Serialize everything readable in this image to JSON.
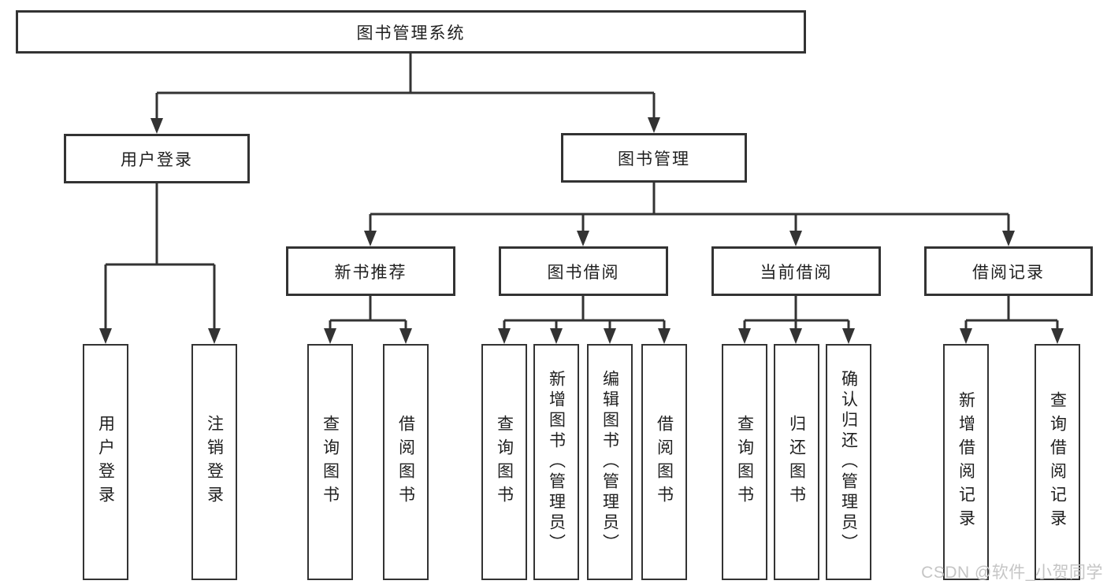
{
  "diagram": {
    "root": {
      "label": "图书管理系统"
    },
    "branches": [
      {
        "label": "用户登录",
        "children": [
          {
            "label": "用户登录"
          },
          {
            "label": "注销登录"
          }
        ]
      },
      {
        "label": "图书管理",
        "modules": [
          {
            "label": "新书推荐",
            "children": [
              {
                "label": "查询图书"
              },
              {
                "label": "借阅图书"
              }
            ]
          },
          {
            "label": "图书借阅",
            "children": [
              {
                "label": "查询图书"
              },
              {
                "label": "新增图书（管理员）"
              },
              {
                "label": "编辑图书（管理员）"
              },
              {
                "label": "借阅图书"
              }
            ]
          },
          {
            "label": "当前借阅",
            "children": [
              {
                "label": "查询图书"
              },
              {
                "label": "归还图书"
              },
              {
                "label": "确认归还（管理员）"
              }
            ]
          },
          {
            "label": "借阅记录",
            "children": [
              {
                "label": "新增借阅记录"
              },
              {
                "label": "查询借阅记录"
              }
            ]
          }
        ]
      }
    ],
    "watermark": "CSDN @软件_小贺同学",
    "colors": {
      "line": "#333333",
      "text": "#1f1f1f",
      "watermark": "#c5c5c5",
      "background": "#ffffff"
    }
  }
}
